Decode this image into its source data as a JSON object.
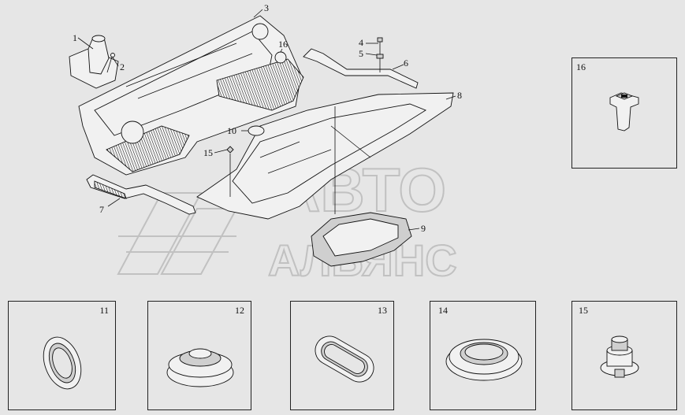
{
  "watermark": {
    "line1": "АВТО",
    "line2": "АЛЬЯНС"
  },
  "callouts": [
    "1",
    "2",
    "3",
    "4",
    "5",
    "6",
    "7",
    "8",
    "9",
    "10",
    "15",
    "16"
  ],
  "inset_main": {
    "number": "16"
  },
  "detail_boxes": [
    {
      "number": "11",
      "part": "grommet-ring"
    },
    {
      "number": "12",
      "part": "stepped-plug"
    },
    {
      "number": "13",
      "part": "oval-grommet"
    },
    {
      "number": "14",
      "part": "large-ring-grommet"
    },
    {
      "number": "15",
      "part": "push-clip"
    }
  ],
  "colors": {
    "background": "#e6e6e6",
    "line": "#111111",
    "watermark": "#bdbdbd"
  }
}
